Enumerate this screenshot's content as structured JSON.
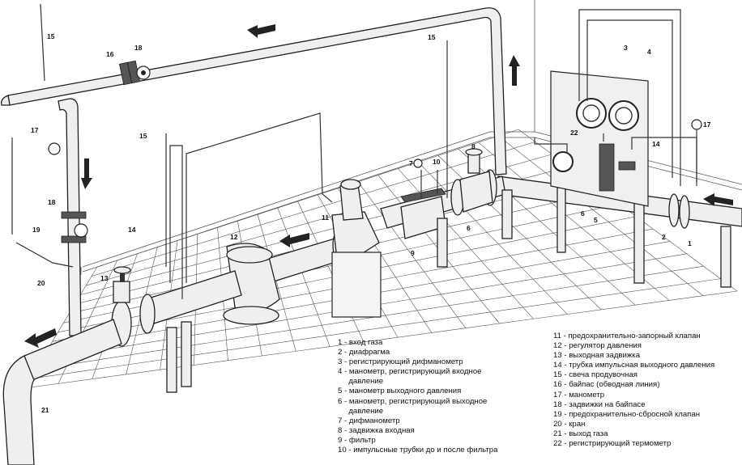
{
  "legend_left": [
    "1 - вход газа",
    "2 - диафрагма",
    "3 - регистрирующий дифманометр",
    "4 - манометр, регистрирующий входное",
    "     давление",
    "5 - манометр выходного давления",
    "6 - манометр, регистрирующий выходное",
    "     давление",
    "7 - дифманометр",
    "8 - задвижка входная",
    "9 - фильтр",
    "10 - импульсные трубки до и после фильтра"
  ],
  "legend_right": [
    "11 - предохранительно-запорный клапан",
    "12 - регулятор давления",
    "13 - выходная задвижка",
    "14 - трубка импульсная выходного давления",
    "15 - свеча продувочная",
    "16 - байпас (обводная линия)",
    "17 - манометр",
    "18 - задвижки на байпасе",
    "19 - предохранительно-сбросной клапан",
    "20 - кран",
    "21 - выход газа",
    "22 - регистрирующий термометр"
  ],
  "labels": {
    "n1": "1",
    "n2": "2",
    "n3": "3",
    "n4": "4",
    "n5": "5",
    "n6": "6",
    "n6b": "6",
    "n7": "7",
    "n8": "8",
    "n9": "9",
    "n10": "10",
    "n11": "11",
    "n12": "12",
    "n13": "13",
    "n14a": "14",
    "n14b": "14",
    "n15a": "15",
    "n15b": "15",
    "n15c": "15",
    "n16": "16",
    "n17a": "17",
    "n17b": "17",
    "n18a": "18",
    "n18b": "18",
    "n19": "19",
    "n20": "20",
    "n21": "21",
    "n22": "22"
  }
}
